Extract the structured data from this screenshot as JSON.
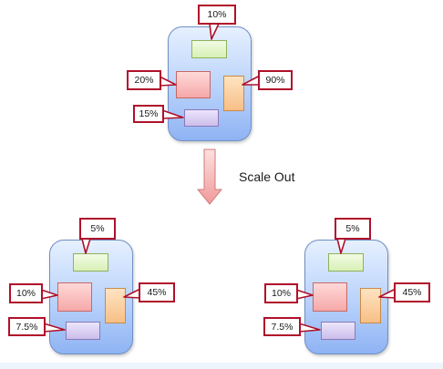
{
  "top": {
    "green": "10%",
    "red": "20%",
    "orange": "90%",
    "purple": "15%"
  },
  "scale_label": "Scale Out",
  "bottom_left": {
    "green": "5%",
    "red": "10%",
    "orange": "45%",
    "purple": "7.5%"
  },
  "bottom_right": {
    "green": "5%",
    "red": "10%",
    "orange": "45%",
    "purple": "7.5%"
  }
}
